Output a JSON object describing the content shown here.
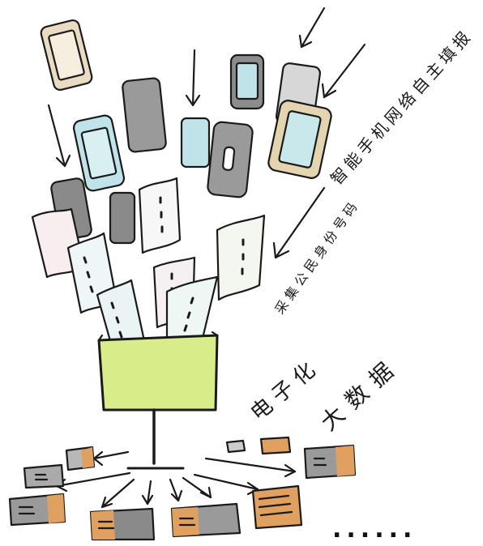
{
  "captions": {
    "phone_upload": "智能手机网络自主填报",
    "id_collection": "采集公民身份号码",
    "digitization": "电子化",
    "big_data": "大数据"
  },
  "ellipsis": "......",
  "colors": {
    "ink": "#1a1a1a",
    "gray_device": "#8c8c8c",
    "light_blue": "#bfe3e8",
    "beige": "#e9dcc2",
    "screen_green": "#d9ec8a",
    "orange": "#e0a060",
    "pink": "#f3c2cc"
  },
  "icons": {
    "smartphones": "smartphone-icon",
    "id_cards": "id-card-icon",
    "funnel_screen": "monitor-icon",
    "data_folders": "folder-icon"
  }
}
